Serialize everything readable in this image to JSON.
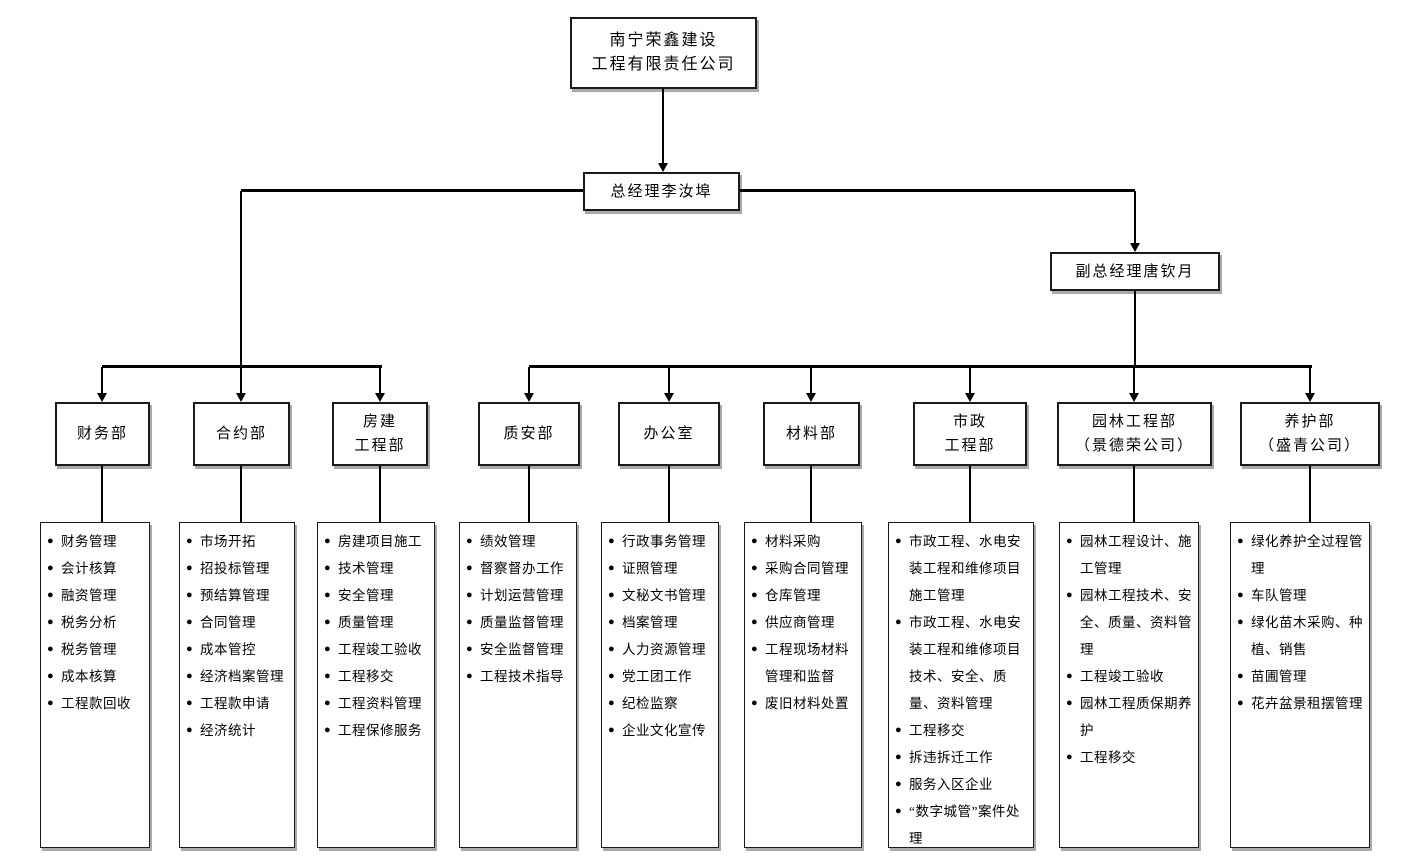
{
  "company": {
    "name": "南宁荣鑫建设\n工程有限责任公司",
    "general_manager": "总经理李汝埠",
    "deputy_general_manager": "副总经理唐钦月"
  },
  "departments": [
    {
      "name": "财务部",
      "functions": [
        "财务管理",
        "会计核算",
        "融资管理",
        "税务分析",
        "税务管理",
        "成本核算",
        "工程款回收"
      ]
    },
    {
      "name": "合约部",
      "functions": [
        "市场开拓",
        "招投标管理",
        "预结算管理",
        "合同管理",
        "成本管控",
        "经济档案管理",
        "工程款申请",
        "经济统计"
      ]
    },
    {
      "name": "房建\n工程部",
      "functions": [
        "房建项目施工",
        "技术管理",
        "安全管理",
        "质量管理",
        "工程竣工验收",
        "工程移交",
        "工程资料管理",
        "工程保修服务"
      ]
    },
    {
      "name": "质安部",
      "functions": [
        "绩效管理",
        "督察督办工作",
        "计划运营管理",
        "质量监督管理",
        "安全监督管理",
        "工程技术指导"
      ]
    },
    {
      "name": "办公室",
      "functions": [
        "行政事务管理",
        "证照管理",
        "文秘文书管理",
        "档案管理",
        "人力资源管理",
        "党工团工作",
        "纪检监察",
        "企业文化宣传"
      ]
    },
    {
      "name": "材料部",
      "functions": [
        "材料采购",
        "采购合同管理",
        "仓库管理",
        "供应商管理",
        "工程现场材料管理和监督",
        "废旧材料处置"
      ]
    },
    {
      "name": "市政\n工程部",
      "functions": [
        "市政工程、水电安装工程和维修项目施工管理",
        "市政工程、水电安装工程和维修项目技术、安全、质量、资料管理",
        "工程移交",
        "拆违拆迁工作",
        "服务入区企业",
        "“数字城管”案件处理"
      ]
    },
    {
      "name": "园林工程部\n（景德荣公司）",
      "functions": [
        "园林工程设计、施工管理",
        "园林工程技术、安全、质量、资料管理",
        "工程竣工验收",
        "园林工程质保期养护",
        "工程移交"
      ]
    },
    {
      "name": "养护部\n（盛青公司）",
      "functions": [
        "绿化养护全过程管理",
        "车队管理",
        "绿化苗木采购、种植、销售",
        "苗圃管理",
        "花卉盆景租摆管理"
      ]
    }
  ]
}
